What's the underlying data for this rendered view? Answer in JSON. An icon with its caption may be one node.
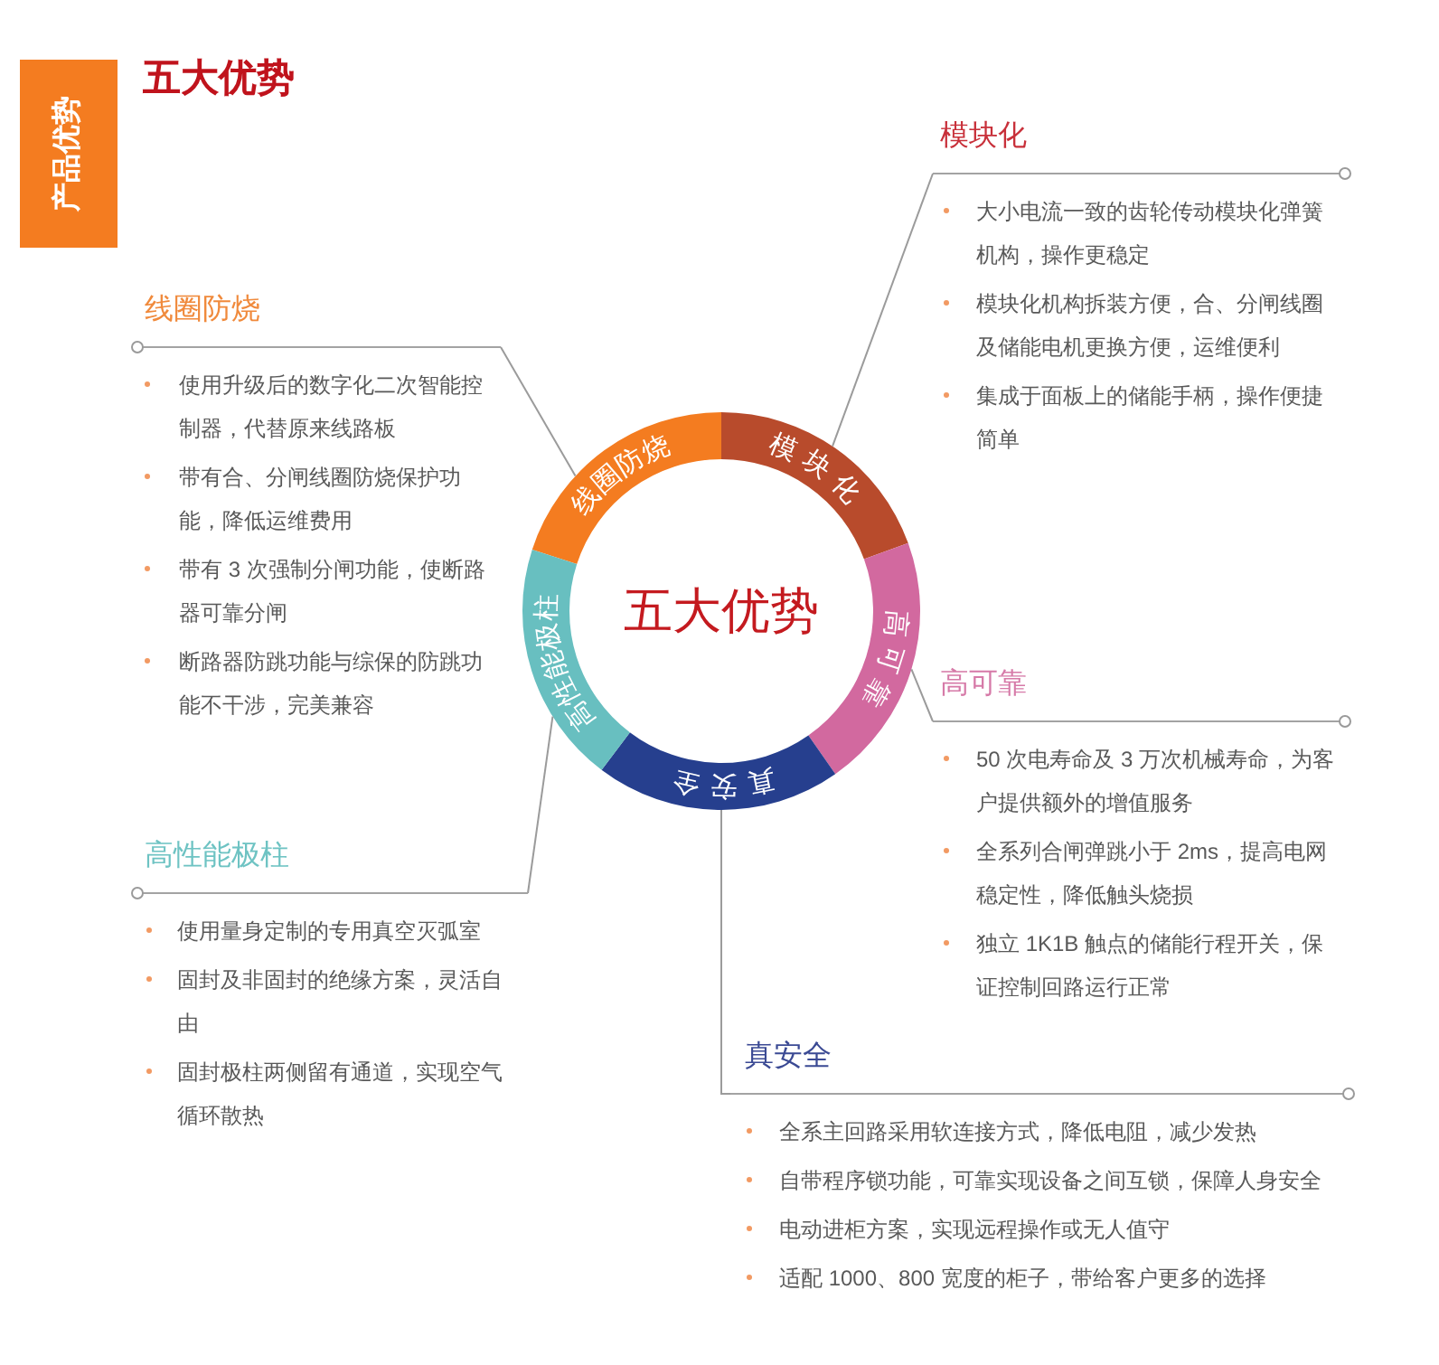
{
  "diagram": {
    "title": "五大优势",
    "nodes": [
      {
        "text": [
          "产品优势"
        ]
      },
      {
        "text": [
          "五大优势"
        ]
      },
      {
        "text": [
          "线圈防烧"
        ]
      },
      {
        "text": [
          "模块化"
        ]
      },
      {
        "text": [
          "高可靠"
        ]
      },
      {
        "text": [
          "真安全"
        ]
      },
      {
        "text": [
          "高性能极柱"
        ]
      },
      {
        "text": [
          "线圈防烧",
          "使用升级后的数字化二次智能控制器，代替原来线路板",
          "带有合、分闸线圈防烧保护功能，降低运维费用",
          "带有 3 次强制分闸功能，使断路器可靠分闸",
          "断路器防跳功能与综保的防跳功能不干涉，完美兼容"
        ]
      },
      {
        "text": [
          "模块化",
          "大小电流一致的齿轮传动模块化弹簧机构，操作更稳定",
          "模块化机构拆装方便，合、分闸线圈及储能电机更换方便，运维便利",
          "集成于面板上的储能手柄，操作便捷简单"
        ]
      },
      {
        "text": [
          "高可靠",
          "50 次电寿命及 3 万次机械寿命，为客户提供额外的增值服务",
          "全系列合闸弹跳小于 2ms，提高电网稳定性，降低触头烧损",
          "独立 1K1B 触点的储能行程开关，保证控制回路运行正常"
        ]
      },
      {
        "text": [
          "真安全",
          "全系主回路采用软连接方式，降低电阻，减少发热",
          "自带程序锁功能，可靠实现设备之间互锁，保障人身安全",
          "电动进柜方案，实现远程操作或无人值守",
          "适配 1000、800 宽度的柜子，带给客户更多的选择"
        ]
      },
      {
        "text": [
          "高性能极柱",
          "使用量身定制的专用真空灭弧室",
          "固封及非固封的绝缘方案，灵活自由",
          "固封极柱两侧留有通道，实现空气循环散热"
        ]
      }
    ],
    "edges": [
      {
        "from": 2,
        "to": 7,
        "arrow": "none"
      },
      {
        "from": 3,
        "to": 8,
        "arrow": "none"
      },
      {
        "from": 4,
        "to": 9,
        "arrow": "none"
      },
      {
        "from": 5,
        "to": 10,
        "arrow": "none"
      },
      {
        "from": 6,
        "to": 11,
        "arrow": "none"
      }
    ]
  }
}
